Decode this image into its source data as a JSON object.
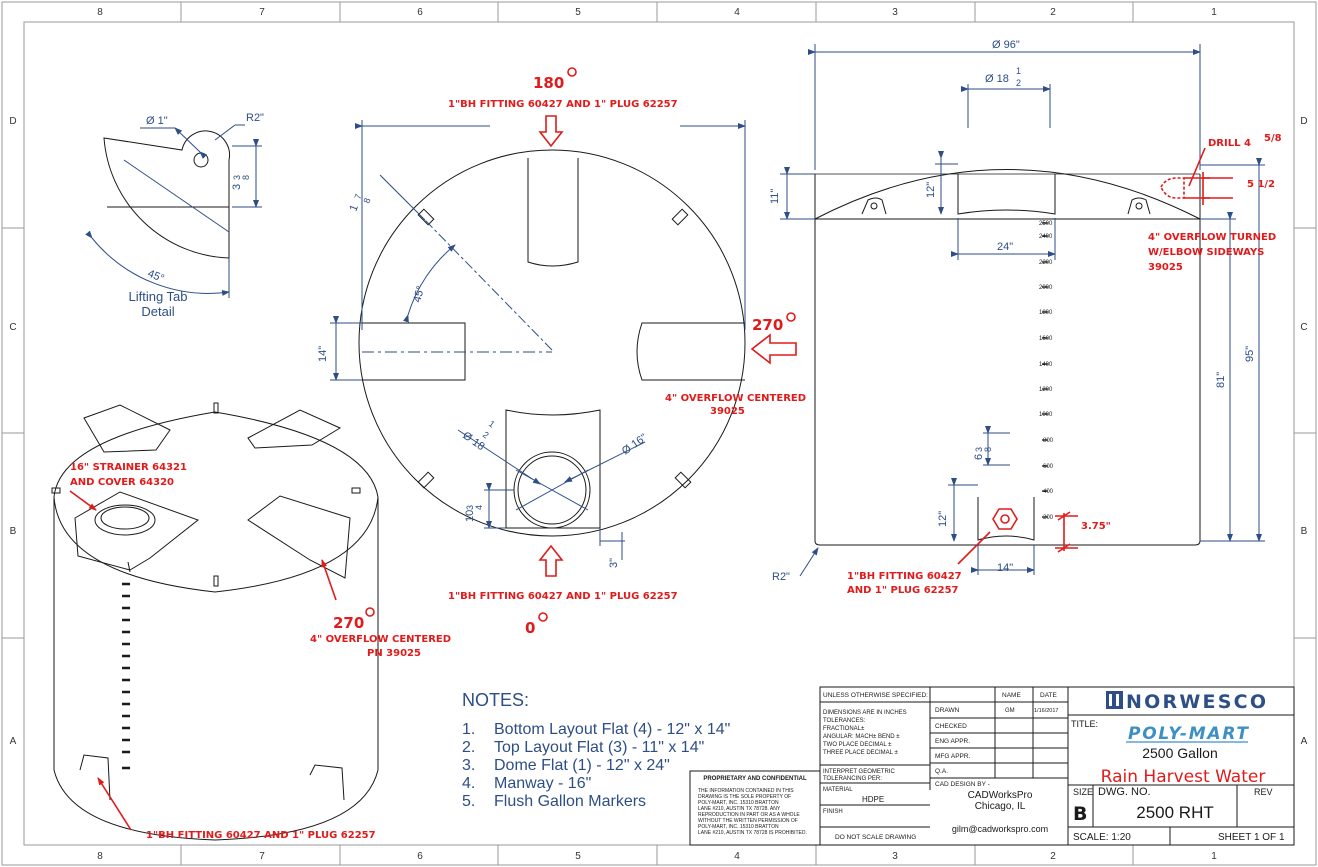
{
  "border": {
    "columns": [
      "8",
      "7",
      "6",
      "5",
      "4",
      "3",
      "2",
      "1"
    ],
    "rows": [
      "D",
      "C",
      "B",
      "A"
    ]
  },
  "lifting_tab": {
    "hole_dim": "Ø 1\"",
    "radius": "R2\"",
    "angle": "45°",
    "height_whole": "3",
    "height_num": "3",
    "height_den": "8",
    "caption_line1": "Lifting Tab",
    "caption_line2": "Detail"
  },
  "top_view": {
    "angle_label": "45°",
    "tab_dim_whole": "1",
    "tab_dim_num": "7",
    "tab_dim_den": "8",
    "flat_width": "14\"",
    "manway_dim_whole": "Ø 18",
    "manway_dim_num": "1",
    "manway_dim_den": "2",
    "manway_dia": "Ø 16\"",
    "offset_whole": "10",
    "offset_num": "3",
    "offset_den": "4",
    "edge_offset": "3\""
  },
  "side_view": {
    "diameter": "Ø 96\"",
    "top_flat_whole": "Ø 18",
    "top_flat_num": "1",
    "top_flat_den": "2",
    "dome_height": "11\"",
    "top_flat_height": "12\"",
    "top_flat_width": "24\"",
    "overall_height": "95\"",
    "sidewall_height": "81\"",
    "bottom_fitting_height": "12\"",
    "bottom_fitting_width": "14\"",
    "gallon_marker_offset_whole": "6",
    "gallon_marker_offset_num": "3",
    "gallon_marker_offset_den": "8",
    "bottom_radius": "R2\"",
    "gallon_marks": [
      "2500",
      "2400",
      "2200",
      "2000",
      "1800",
      "1600",
      "1400",
      "1200",
      "1000",
      "800",
      "600",
      "400",
      "200"
    ]
  },
  "annotations": {
    "deg180": "180",
    "deg270_top": "270",
    "deg270_iso": "270",
    "deg0": "0",
    "top_fitting": "1\"BH FITTING 60427 AND 1\" PLUG 62257",
    "bottom_fitting": "1\"BH FITTING 60427 AND 1\" PLUG 62257",
    "overflow_centered_line1": "4\" OVERFLOW CENTERED",
    "overflow_centered_line2": "39025",
    "strainer_line1": "16\" STRAINER   64321",
    "strainer_line2": "AND COVER     64320",
    "iso_overflow_line1": "4\"  OVERFLOW    CENTERED",
    "iso_overflow_line2": "PN 39025",
    "iso_fitting": "1\"BH FITTING 60427 AND 1\" PLUG 62257",
    "drill_label": "DRILL 4",
    "drill_frac": "5/8",
    "five_half": "5 1/2",
    "overflow_turned_line1": "4\" OVERFLOW TURNED",
    "overflow_turned_line2": "W/ELBOW SIDEWAYS",
    "overflow_turned_line3": "39025",
    "side_fitting_line1": "1\"BH FITTING 60427",
    "side_fitting_line2": "AND 1\" PLUG 62257",
    "side_fitting_dim": "3.75\""
  },
  "notes": {
    "title": "NOTES:",
    "items": [
      {
        "num": "1.",
        "text": "Bottom Layout Flat (4) - 12\" x 14\""
      },
      {
        "num": "2.",
        "text": "Top Layout Flat (3) - 11\" x 14\""
      },
      {
        "num": "3.",
        "text": "Dome Flat (1) - 12\" x 24\""
      },
      {
        "num": "4.",
        "text": "Manway - 16\""
      },
      {
        "num": "5.",
        "text": "Flush Gallon Markers"
      }
    ]
  },
  "proprietary": {
    "title": "PROPRIETARY AND CONFIDENTIAL",
    "lines": [
      "THE INFORMATION CONTAINED IN THIS",
      "DRAWING IS THE SOLE PROPERTY OF",
      "POLY-MART, INC. 15310 BRATTON",
      "LANE #210, AUSTIN TX 78728. ANY",
      "REPRODUCTION IN PART OR AS A WHOLE",
      "WITHOUT THE WRITTEN PERMISSION OF",
      "POLY-MART, INC. 15310 BRATTON",
      "LANE #210, AUSTIN TX 78728 IS PROHIBITED."
    ]
  },
  "title_block": {
    "unless": "UNLESS OTHERWISE SPECIFIED:",
    "name_hdr": "NAME",
    "date_hdr": "DATE",
    "dims_l1": "DIMENSIONS ARE IN INCHES",
    "dims_l2": "TOLERANCES:",
    "dims_l3": "FRACTIONAL±",
    "dims_l4": "ANGULAR: MACH±    BEND ±",
    "dims_l5": "TWO PLACE DECIMAL   ±",
    "dims_l6": "THREE PLACE DECIMAL  ±",
    "drawn": "DRAWN",
    "drawn_name": "GM",
    "drawn_date": "1/16/2017",
    "checked": "CHECKED",
    "eng_appr": "ENG APPR.",
    "mfg_appr": "MFG APPR.",
    "qa": "Q.A.",
    "geom_l1": "INTERPRET GEOMETRIC",
    "geom_l2": "TOLERANCING PER:",
    "material_label": "MATERIAL",
    "material": "HDPE",
    "finish": "FINISH",
    "do_not_scale": "DO NOT SCALE DRAWING",
    "cad_design": "CAD DESIGN BY -",
    "cad_name": "CADWorksPro",
    "cad_city": "Chicago, IL",
    "cad_email": "gilm@cadworkspro.com",
    "brand1": "NORWESCO",
    "title_label": "TITLE:",
    "brand2": "POLY-MART",
    "title_gallon": "2500 Gallon",
    "title_product": "Rain Harvest Water",
    "size_label": "SIZE",
    "size": "B",
    "dwg_label": "DWG.  NO.",
    "dwg_no": "2500 RHT",
    "rev_label": "REV",
    "scale": "SCALE: 1:20",
    "sheet": "SHEET 1 OF 1"
  },
  "colors": {
    "line": "#1a1a1a",
    "dimension": "#2d4e86",
    "annotation": "#e01b1b",
    "grid": "#9a9a9a"
  }
}
